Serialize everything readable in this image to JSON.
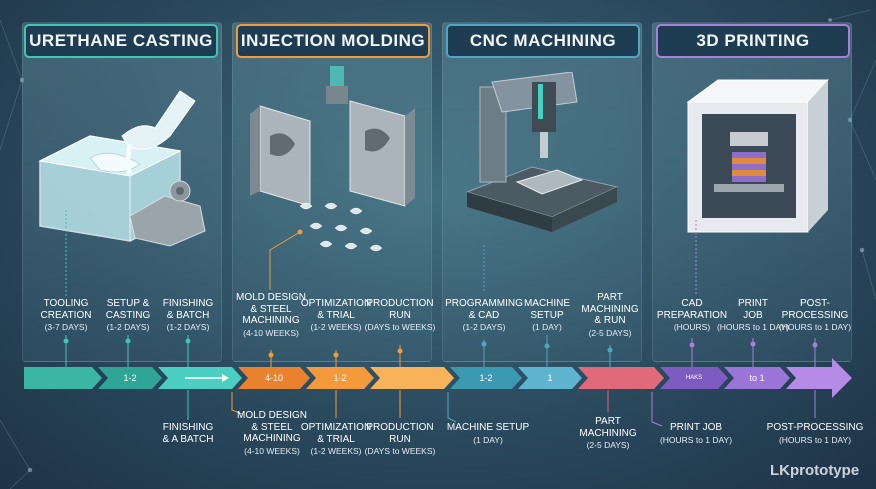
{
  "phases": [
    {
      "title": "URETHANE CASTING",
      "color": "#3fc7b4",
      "top": [
        {
          "label": "TOOLING\nCREATION",
          "sub": "(3-7 DAYS)"
        },
        {
          "label": "SETUP &\nCASTING",
          "sub": "(1-2 DAYS)"
        },
        {
          "label": "FINISHING\n& BATCH",
          "sub": "(1-2 DAYS)"
        }
      ],
      "arrows": [
        "",
        "1-2",
        ""
      ],
      "bottom": [
        {
          "label": "FINISHING\n& A BATCH",
          "sub": ""
        }
      ]
    },
    {
      "title": "INJECTION MOLDING",
      "color": "#f39a3c",
      "top": [
        {
          "label": "MOLD DESIGN\n& STEEL\nMACHINING",
          "sub": "(4-10 WEEKS)"
        },
        {
          "label": "OPTIMIZATION\n& TRIAL",
          "sub": "(1-2 WEEKS)"
        },
        {
          "label": "PRODUCTION\nRUN",
          "sub": "(DAYS to WEEKS)"
        }
      ],
      "arrows": [
        "4-10",
        "1-2",
        ""
      ],
      "bottom": [
        {
          "label": "MOLD DESIGN\n& STEEL\nMACHINING",
          "sub": "(4-10 WEEKS)"
        },
        {
          "label": "OPTIMIZATION\n& TRIAL",
          "sub": "(1-2 WEEKS)"
        },
        {
          "label": "PRODUCTION\nRUN",
          "sub": "(DAYS to WEEKS)"
        }
      ]
    },
    {
      "title": "CNC MACHINING",
      "color": "#4fa7c4",
      "top": [
        {
          "label": "PROGRAMMING\n& CAD",
          "sub": "(1-2 DAYS)"
        },
        {
          "label": "MACHINE\nSETUP",
          "sub": "(1 DAY)"
        },
        {
          "label": "PART\nMACHINING\n& RUN",
          "sub": "(2-5 DAYS)"
        }
      ],
      "arrows": [
        "1-2",
        "1",
        ""
      ],
      "bottom": [
        {
          "label": "MACHINE SETUP",
          "sub": "(1 DAY)"
        },
        {
          "label": "PART\nMACHINING",
          "sub": "(2-5 DAYS)"
        }
      ]
    },
    {
      "title": "3D PRINTING",
      "color": "#a97fd8",
      "top": [
        {
          "label": "CAD\nPREPARATION",
          "sub": "(HOURS)"
        },
        {
          "label": "PRINT\nJOB",
          "sub": "(HOURS to 1 DAY)"
        },
        {
          "label": "POST-\nPROCESSING",
          "sub": "(HOURS to 1 DAY)"
        }
      ],
      "arrows": [
        "HAKS",
        "to 1",
        ""
      ],
      "bottom": [
        {
          "label": "PRINT JOB",
          "sub": "(HOURS to 1 DAY)"
        },
        {
          "label": "POST-PROCESSING",
          "sub": "(HOURS to 1 DAY)"
        }
      ]
    }
  ],
  "watermark": "LKprototype",
  "icons": [
    "mold-box-icon",
    "injection-mold-icon",
    "cnc-machine-icon",
    "3d-printer-icon"
  ]
}
